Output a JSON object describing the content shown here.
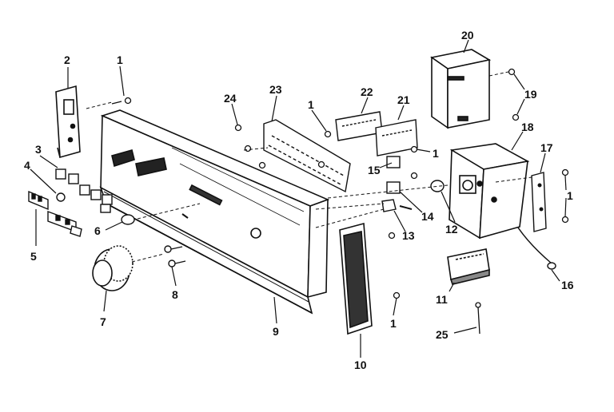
{
  "diagram": {
    "parts": [
      {
        "id": "p1a",
        "number": "1"
      },
      {
        "id": "p2",
        "number": "2"
      },
      {
        "id": "p3",
        "number": "3"
      },
      {
        "id": "p4",
        "number": "4"
      },
      {
        "id": "p5",
        "number": "5"
      },
      {
        "id": "p6",
        "number": "6"
      },
      {
        "id": "p7",
        "number": "7"
      },
      {
        "id": "p8",
        "number": "8"
      },
      {
        "id": "p9",
        "number": "9"
      },
      {
        "id": "p10",
        "number": "10"
      },
      {
        "id": "p1b",
        "number": "1"
      },
      {
        "id": "p11",
        "number": "11"
      },
      {
        "id": "p12",
        "number": "12"
      },
      {
        "id": "p13",
        "number": "13"
      },
      {
        "id": "p14",
        "number": "14"
      },
      {
        "id": "p15",
        "number": "15"
      },
      {
        "id": "p16",
        "number": "16"
      },
      {
        "id": "p17",
        "number": "17"
      },
      {
        "id": "p1c",
        "number": "1"
      },
      {
        "id": "p18",
        "number": "18"
      },
      {
        "id": "p19",
        "number": "19"
      },
      {
        "id": "p20",
        "number": "20"
      },
      {
        "id": "p21",
        "number": "21"
      },
      {
        "id": "p1d",
        "number": "1"
      },
      {
        "id": "p22",
        "number": "22"
      },
      {
        "id": "p1e",
        "number": "1"
      },
      {
        "id": "p23",
        "number": "23"
      },
      {
        "id": "p24",
        "number": "24"
      },
      {
        "id": "p25",
        "number": "25"
      }
    ]
  }
}
